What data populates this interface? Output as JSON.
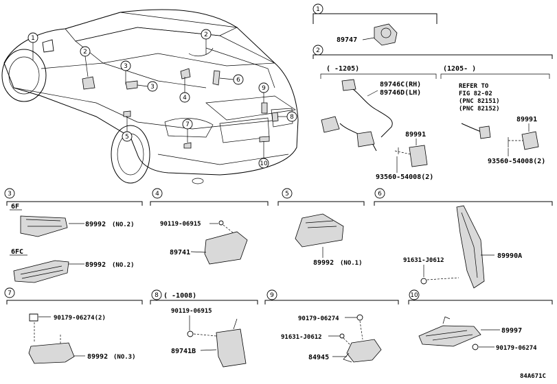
{
  "diagram_code": "84A671C",
  "callouts": [
    "1",
    "2",
    "3",
    "4",
    "5",
    "6",
    "7",
    "8",
    "9",
    "10"
  ],
  "car_callouts": [
    "1",
    "2",
    "3",
    "3",
    "4",
    "5",
    "6",
    "7",
    "8",
    "9",
    "10"
  ],
  "sections": {
    "s1": {
      "num": "1",
      "parts": [
        "89747"
      ]
    },
    "s2": {
      "num": "2",
      "range_a": "(     -1205)",
      "range_b": "(1205-     )",
      "parts_a": [
        "89746C(RH)",
        "89746D(LH)",
        "89991",
        "93560-54008(2)"
      ],
      "refer": [
        "REFER TO",
        "FIG 82-02",
        "(PNC 82151)",
        "(PNC 82152)"
      ],
      "parts_b": [
        "89991",
        "93560-54008(2)"
      ]
    },
    "s3": {
      "num": "3",
      "sub_a": "6F",
      "sub_b": "6FC",
      "part_a": "89992",
      "note_a": "(NO.2)",
      "part_b": "89992",
      "note_b": "(NO.2)"
    },
    "s4": {
      "num": "4",
      "bolt": "90119-06915",
      "part": "89741"
    },
    "s5": {
      "num": "5",
      "part": "89992",
      "note": "(NO.1)"
    },
    "s6": {
      "num": "6",
      "bolt": "91631-J0612",
      "part": "89990A"
    },
    "s7": {
      "num": "7",
      "nut": "90179-06274(2)",
      "part": "89992",
      "note": "(NO.3)"
    },
    "s8": {
      "num": "8",
      "range": "(     -1008)",
      "bolt": "90119-06915",
      "part": "89741B"
    },
    "s9": {
      "num": "9",
      "nut": "90179-06274",
      "bolt": "91631-J0612",
      "part": "84945"
    },
    "s10": {
      "num": "10",
      "part": "89997",
      "nut": "90179-06274"
    }
  }
}
